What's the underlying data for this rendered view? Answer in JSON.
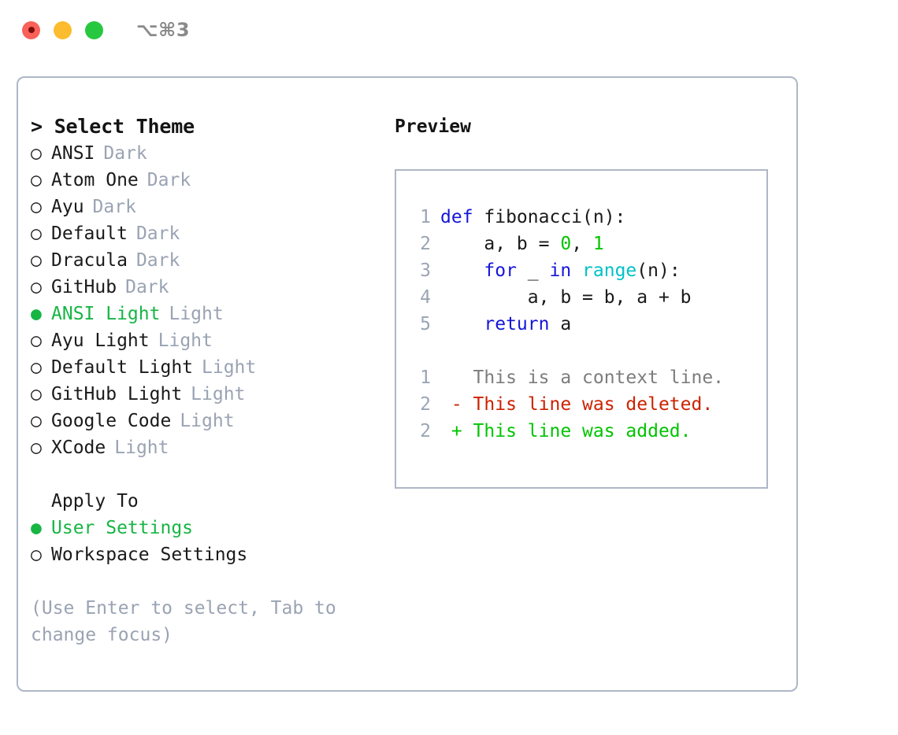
{
  "titlebar": {
    "shortcut": "⌥⌘3",
    "buttons": [
      "close",
      "minimize",
      "maximize"
    ]
  },
  "theme_panel": {
    "heading": "> Select Theme",
    "bullet_selected": "●",
    "bullet_unselected": "○",
    "selected_color": "#17b544",
    "kind_color": "#9aa3b3",
    "items": [
      {
        "name": "ANSI",
        "kind": "Dark",
        "selected": false
      },
      {
        "name": "Atom One",
        "kind": "Dark",
        "selected": false
      },
      {
        "name": "Ayu",
        "kind": "Dark",
        "selected": false
      },
      {
        "name": "Default",
        "kind": "Dark",
        "selected": false
      },
      {
        "name": "Dracula",
        "kind": "Dark",
        "selected": false
      },
      {
        "name": "GitHub",
        "kind": "Dark",
        "selected": false
      },
      {
        "name": "ANSI Light",
        "kind": "Light",
        "selected": true
      },
      {
        "name": "Ayu Light",
        "kind": "Light",
        "selected": false
      },
      {
        "name": "Default Light",
        "kind": "Light",
        "selected": false
      },
      {
        "name": "GitHub Light",
        "kind": "Light",
        "selected": false
      },
      {
        "name": "Google Code",
        "kind": "Light",
        "selected": false
      },
      {
        "name": "XCode",
        "kind": "Light",
        "selected": false
      }
    ]
  },
  "apply_to": {
    "label": "Apply To",
    "options": [
      {
        "name": "User Settings",
        "selected": true
      },
      {
        "name": "Workspace Settings",
        "selected": false
      }
    ]
  },
  "hint": "(Use Enter to select, Tab to change focus)",
  "preview": {
    "heading": "Preview",
    "code_lines": [
      {
        "no": "1",
        "tokens": [
          {
            "t": "def ",
            "c": "kw"
          },
          {
            "t": "fibonacci(n):",
            "c": "txt"
          }
        ]
      },
      {
        "no": "2",
        "tokens": [
          {
            "t": "    a, b = ",
            "c": "txt"
          },
          {
            "t": "0",
            "c": "num"
          },
          {
            "t": ", ",
            "c": "txt"
          },
          {
            "t": "1",
            "c": "num"
          }
        ]
      },
      {
        "no": "3",
        "tokens": [
          {
            "t": "    ",
            "c": "txt"
          },
          {
            "t": "for",
            "c": "kw"
          },
          {
            "t": " _ ",
            "c": "txt"
          },
          {
            "t": "in",
            "c": "kw"
          },
          {
            "t": " ",
            "c": "txt"
          },
          {
            "t": "range",
            "c": "fn"
          },
          {
            "t": "(n):",
            "c": "txt"
          }
        ]
      },
      {
        "no": "4",
        "tokens": [
          {
            "t": "        a, b = b, a + b",
            "c": "txt"
          }
        ]
      },
      {
        "no": "5",
        "tokens": [
          {
            "t": "    ",
            "c": "txt"
          },
          {
            "t": "return",
            "c": "kw"
          },
          {
            "t": " a",
            "c": "txt"
          }
        ]
      }
    ],
    "diff_lines": [
      {
        "no": "1",
        "tokens": [
          {
            "t": "   This is a context line.",
            "c": "ctx"
          }
        ]
      },
      {
        "no": "2",
        "tokens": [
          {
            "t": " - This line was deleted.",
            "c": "del"
          }
        ]
      },
      {
        "no": "2",
        "tokens": [
          {
            "t": " + This line was added.",
            "c": "add"
          }
        ]
      }
    ]
  }
}
